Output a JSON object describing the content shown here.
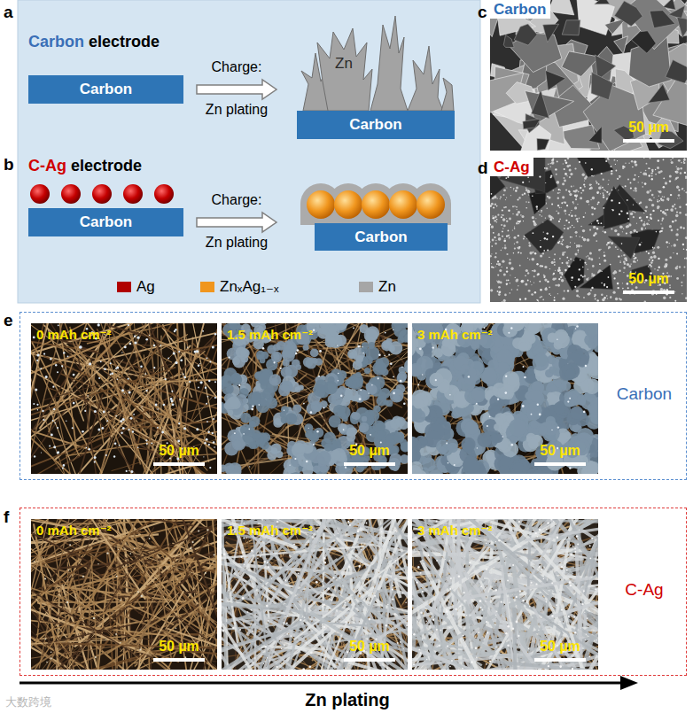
{
  "diagram": {
    "nodes": [
      {
        "text": [
          "Carbon"
        ]
      },
      {
        "text": [
          "Carbon"
        ]
      },
      {
        "text": [
          "Carbon"
        ]
      },
      {
        "text": [
          "Carbon"
        ]
      },
      {
        "text": [
          "Carbon",
          "50 µm"
        ]
      },
      {
        "text": [
          "C-Ag",
          "50 µm"
        ]
      },
      {
        "text": [
          "Carbon"
        ]
      },
      {
        "text": [
          "0 mAh cm⁻²",
          "50 µm"
        ],
        "in": 6
      },
      {
        "text": [
          "1.5 mAh cm⁻²",
          "50 µm"
        ],
        "in": 6
      },
      {
        "text": [
          "3 mAh cm⁻²",
          "50 µm"
        ],
        "in": 6
      },
      {
        "text": [
          "C-Ag"
        ]
      },
      {
        "text": [
          "0 mAh cm⁻²",
          "50 µm"
        ],
        "in": 10
      },
      {
        "text": [
          "1.5 mAh cm⁻²",
          "50 µm"
        ],
        "in": 10
      },
      {
        "text": [
          "3 mAh cm⁻²",
          "50 µm"
        ],
        "in": 10
      }
    ],
    "edges": [
      {
        "from": 0,
        "to": 1,
        "arrow": "to",
        "label": "Charge:"
      },
      {
        "from": 2,
        "to": 3,
        "arrow": "to",
        "label": "Charge:"
      }
    ],
    "labels": [
      "a",
      "Carbon",
      "electrode",
      "Zn",
      "Zn plating",
      "b",
      "C-Ag",
      "electrode",
      "Zn plating",
      "c",
      "d",
      "e",
      "f",
      "Zn plating",
      "大数跨境"
    ],
    "legend": [
      {
        "text": "Ag",
        "color": "#b00000"
      },
      {
        "text": "ZnₓAg₁₋ₓ",
        "color": "#f0961e"
      },
      {
        "text": "Zn",
        "color": "#a6a6a6"
      }
    ]
  }
}
